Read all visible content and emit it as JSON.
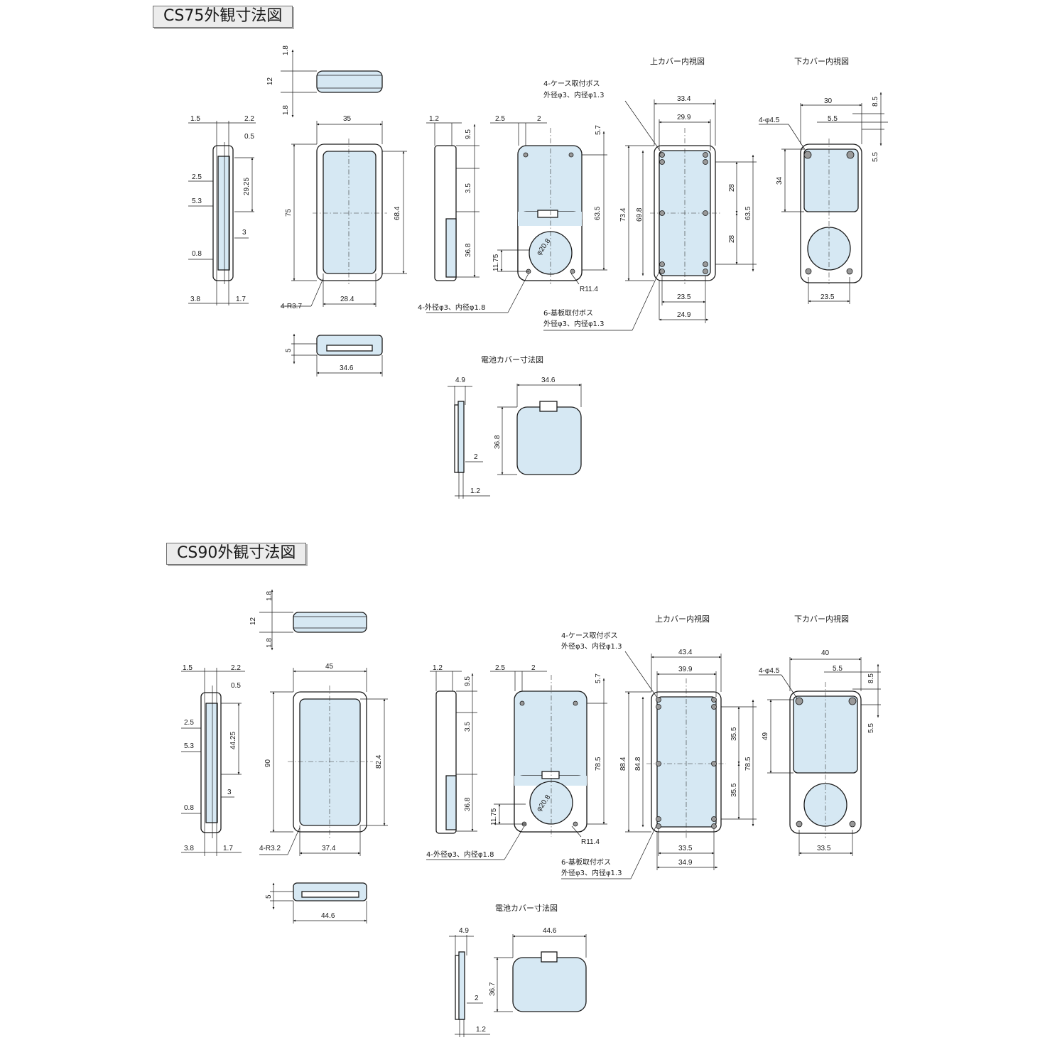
{
  "sections": [
    {
      "title": "CS75外観寸法図",
      "headers": {
        "top_cover": "上カバー内視図",
        "bottom_cover": "下カバー内視図",
        "battery_cover": "電池カバー寸法図"
      },
      "notes": {
        "case_boss_1": "4-ケース取付ボス",
        "case_boss_2": "外径φ3、内径φ1.3",
        "board_boss_1": "6-基板取付ボス",
        "board_boss_2": "外径φ3、内径φ1.3",
        "outer_dia": "4-外径φ3、内径φ1.8",
        "radius_face": "4-R3.7",
        "radius_batt": "R11.4",
        "hole_dia": "φ20.8",
        "bottom_holes": "4-φ4.5"
      },
      "dims": {
        "top_a": "1.8",
        "top_b": "12",
        "top_c": "1.8",
        "side_a": "1.5",
        "side_b": "2.2",
        "side_c": "0.5",
        "side_d": "2.5",
        "side_e": "29.25",
        "side_f": "5.3",
        "side_g": "3",
        "side_h": "0.8",
        "side_i": "3.8",
        "side_j": "1.7",
        "front_w": "35",
        "front_h": "75",
        "front_inner_h": "68.4",
        "front_inner_w": "28.4",
        "bottom_h": "5",
        "bottom_w": "34.6",
        "edge_a": "1.2",
        "edge_b": "9.5",
        "edge_c": "3.5",
        "edge_d": "36.8",
        "rear_a": "2.5",
        "rear_b": "2",
        "rear_c": "5.7",
        "rear_d": "63.5",
        "rear_e": "11.75",
        "top_cover_a": "33.4",
        "top_cover_b": "29.9",
        "top_cover_c": "73.4",
        "top_cover_d": "69.8",
        "top_cover_e": "28",
        "top_cover_f": "28",
        "top_cover_g": "63.5",
        "top_cover_h": "23.5",
        "top_cover_i": "24.9",
        "bot_cover_a": "30",
        "bot_cover_b": "5.5",
        "bot_cover_c": "8.5",
        "bot_cover_d": "5.5",
        "bot_cover_e": "34",
        "bot_cover_f": "23.5",
        "batt_a": "4.9",
        "batt_b": "34.6",
        "batt_c": "36.8",
        "batt_d": "2",
        "batt_e": "1.2"
      }
    },
    {
      "title": "CS90外観寸法図",
      "headers": {
        "top_cover": "上カバー内視図",
        "bottom_cover": "下カバー内視図",
        "battery_cover": "電池カバー寸法図"
      },
      "notes": {
        "case_boss_1": "4-ケース取付ボス",
        "case_boss_2": "外径φ3、内径φ1.3",
        "board_boss_1": "6-基板取付ボス",
        "board_boss_2": "外径φ3、内径φ1.3",
        "outer_dia": "4-外径φ3、内径φ1.8",
        "radius_face": "4-R3.2",
        "radius_batt": "R11.4",
        "hole_dia": "φ20.8",
        "bottom_holes": "4-φ4.5"
      },
      "dims": {
        "top_a": "1.8",
        "top_b": "12",
        "top_c": "1.8",
        "side_a": "1.5",
        "side_b": "2.2",
        "side_c": "0.5",
        "side_d": "2.5",
        "side_e": "44.25",
        "side_f": "5.3",
        "side_g": "3",
        "side_h": "0.8",
        "side_i": "3.8",
        "side_j": "1.7",
        "front_w": "45",
        "front_h": "90",
        "front_inner_h": "82.4",
        "front_inner_w": "37.4",
        "bottom_h": "5",
        "bottom_w": "44.6",
        "edge_a": "1.2",
        "edge_b": "9.5",
        "edge_c": "3.5",
        "edge_d": "36.8",
        "rear_a": "2.5",
        "rear_b": "2",
        "rear_c": "5.7",
        "rear_d": "78.5",
        "rear_e": "11.75",
        "top_cover_a": "43.4",
        "top_cover_b": "39.9",
        "top_cover_c": "88.4",
        "top_cover_d": "84.8",
        "top_cover_e": "35.5",
        "top_cover_f": "35.5",
        "top_cover_g": "78.5",
        "top_cover_h": "33.5",
        "top_cover_i": "34.9",
        "bot_cover_a": "40",
        "bot_cover_b": "5.5",
        "bot_cover_c": "8.5",
        "bot_cover_d": "5.5",
        "bot_cover_e": "49",
        "bot_cover_f": "33.5",
        "batt_a": "4.9",
        "batt_b": "44.6",
        "batt_c": "36.7",
        "batt_d": "2",
        "batt_e": "1.2"
      }
    }
  ],
  "colors": {
    "part_fill": "#d6e8f3",
    "line": "#1a1a1a",
    "title_bg": "#ececec"
  }
}
